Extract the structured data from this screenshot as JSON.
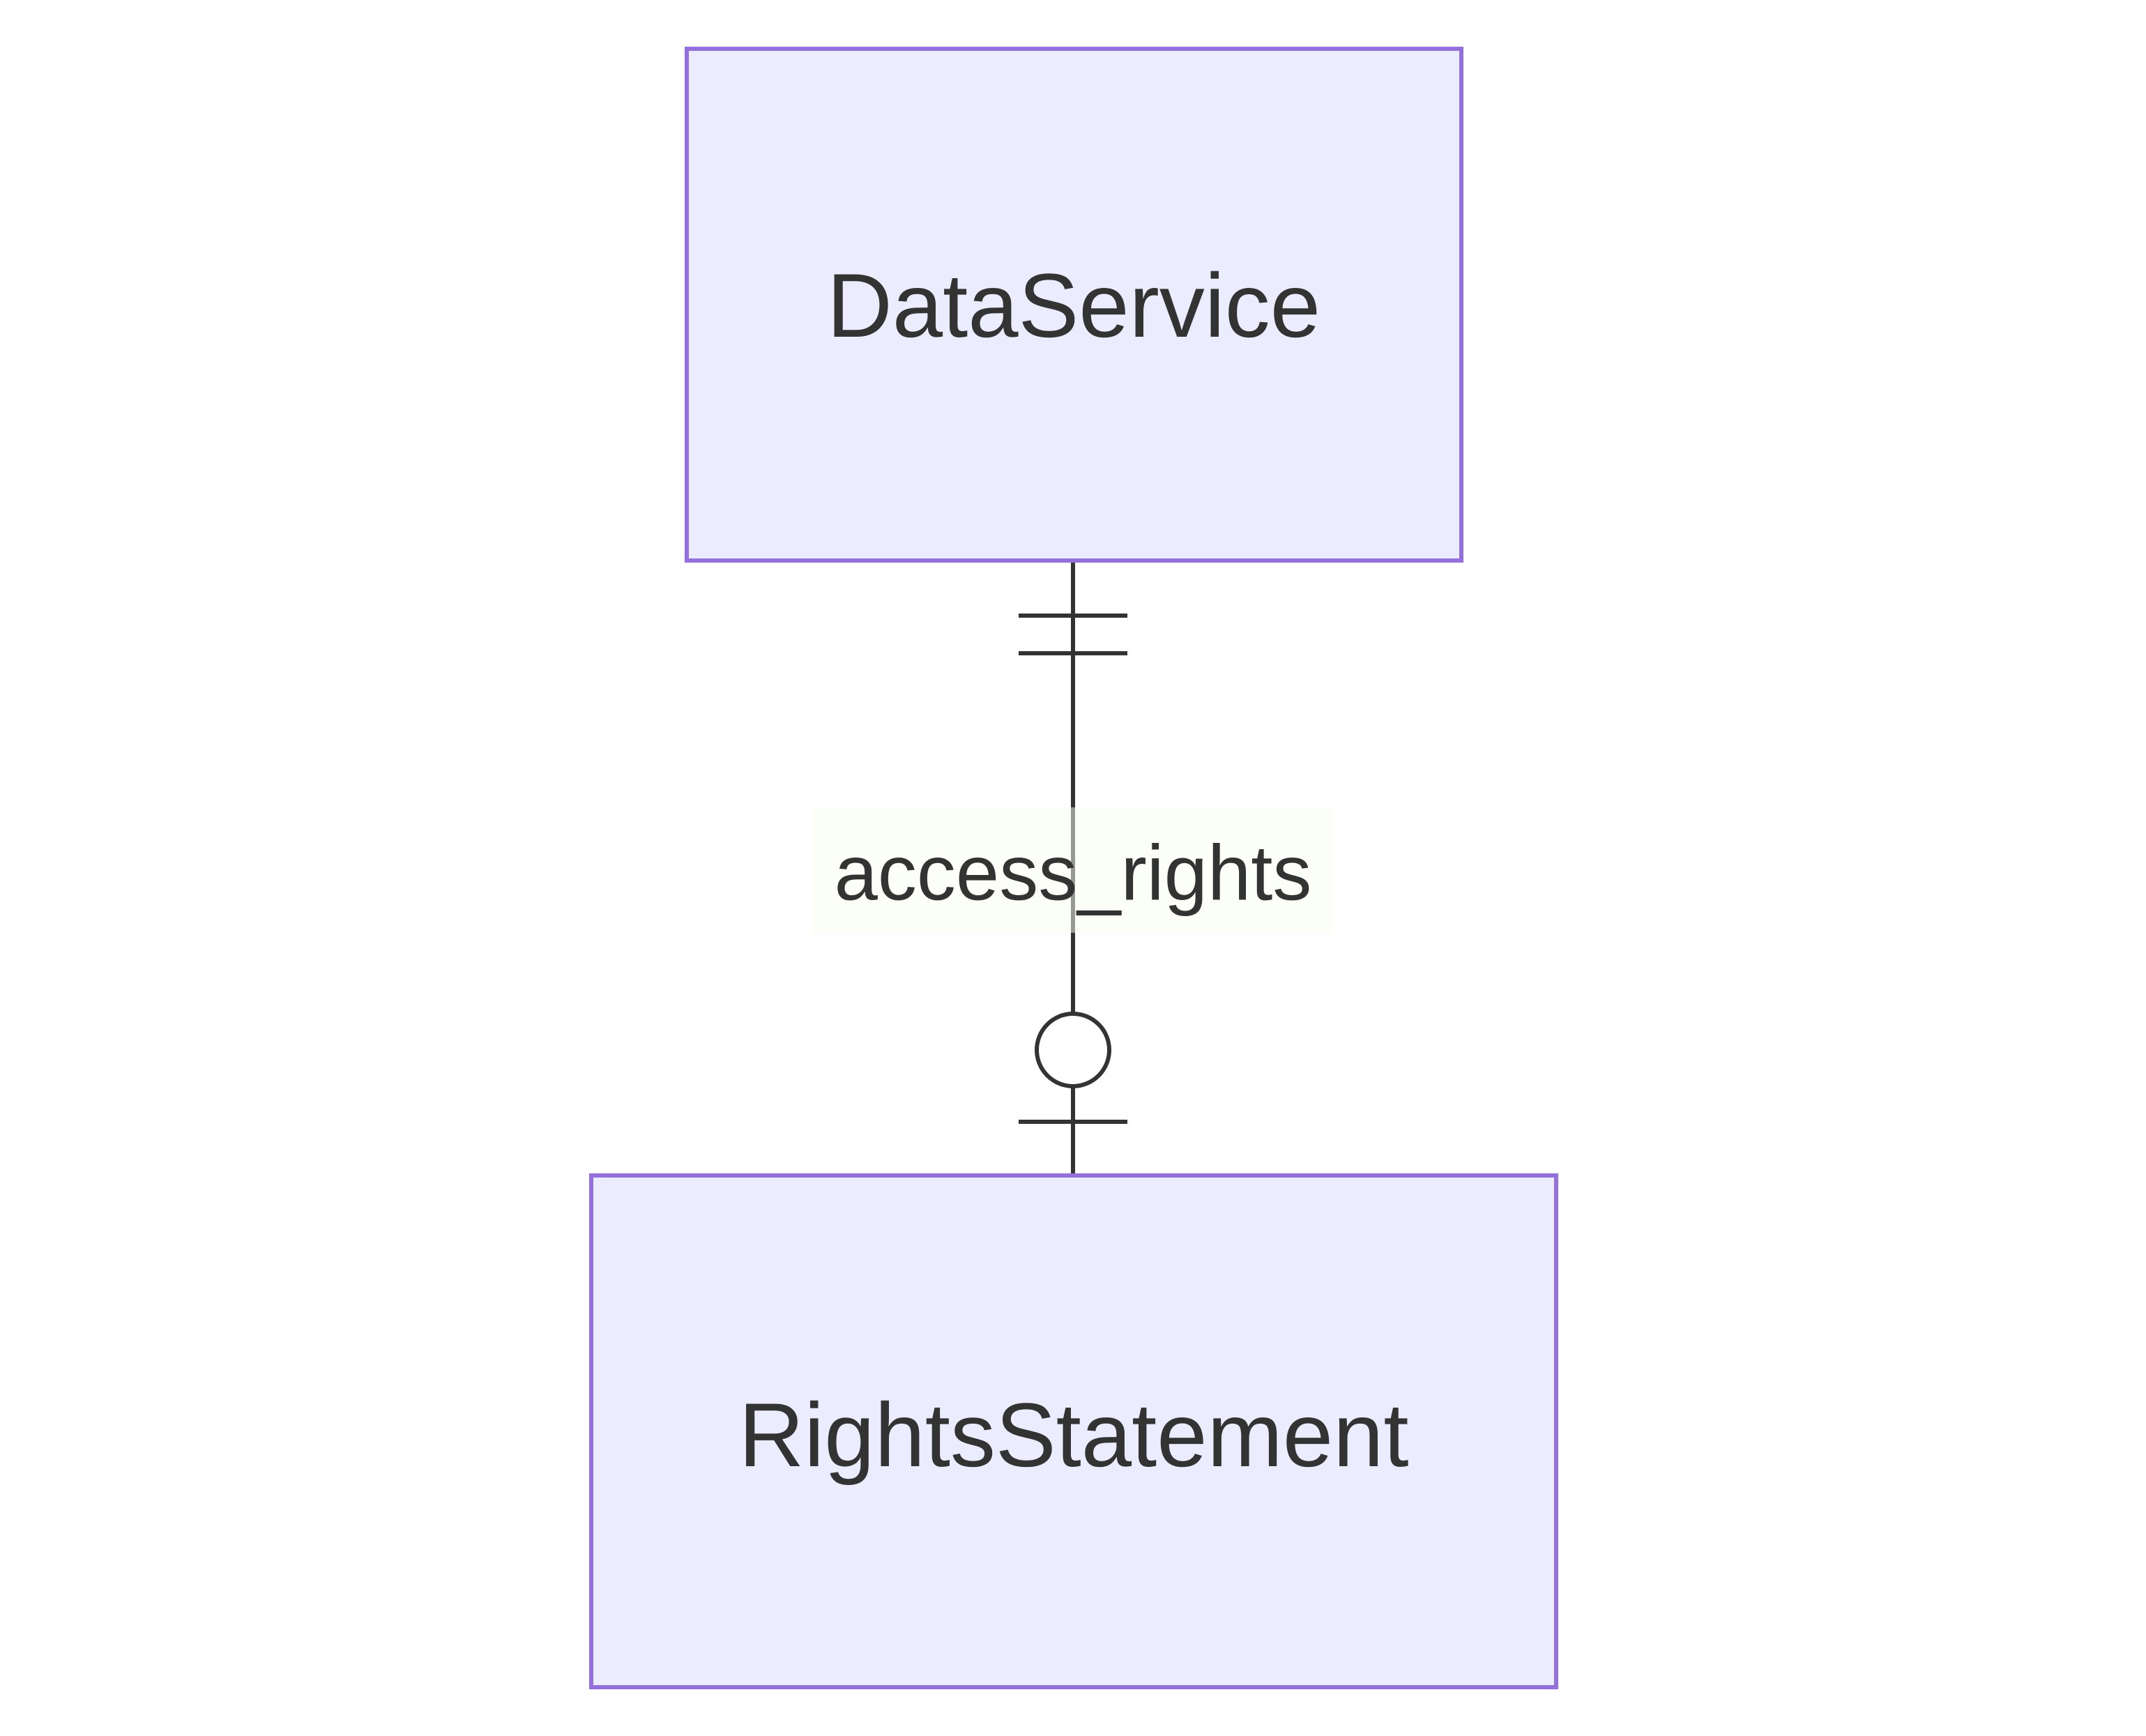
{
  "diagram": {
    "type": "entity-relationship",
    "entities": [
      {
        "id": "dataservice",
        "label": "DataService"
      },
      {
        "id": "rightsstatement",
        "label": "RightsStatement"
      }
    ],
    "relationships": [
      {
        "from": "dataservice",
        "to": "rightsstatement",
        "label": "access_rights",
        "from_cardinality": "exactly-one",
        "to_cardinality": "zero-or-one"
      }
    ],
    "colors": {
      "entity_fill": "#ECECFF",
      "entity_stroke": "#9370DB",
      "line": "#333333",
      "text": "#333333",
      "label_bg": "#F8FFF1"
    }
  }
}
